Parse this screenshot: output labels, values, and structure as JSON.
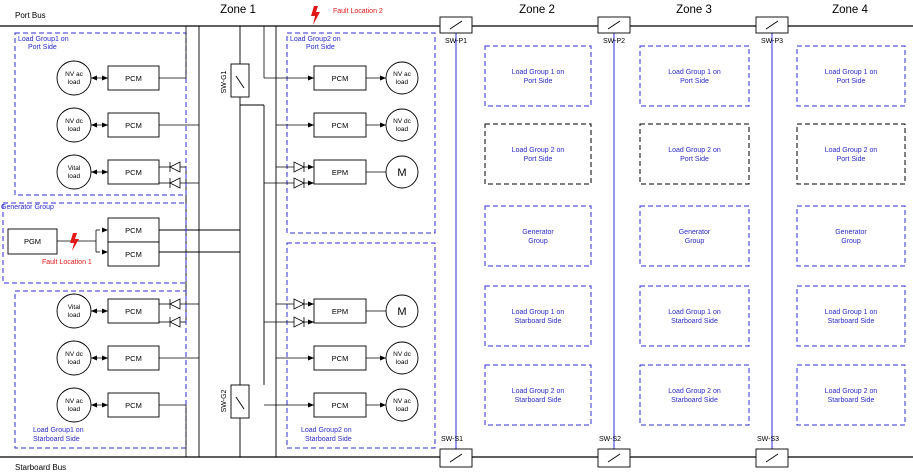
{
  "buses": {
    "port": "Port Bus",
    "starboard": "Starboard Bus"
  },
  "zones": [
    "Zone 1",
    "Zone 2",
    "Zone 3",
    "Zone 4"
  ],
  "faults": {
    "loc1": "Fault Location 1",
    "loc2": "Fault Location 2"
  },
  "switches": {
    "g1": "SW-G1",
    "g2": "SW-G2",
    "p1": "SW-P1",
    "p2": "SW-P2",
    "p3": "SW-P3",
    "s1": "SW-S1",
    "s2": "SW-S2",
    "s3": "SW-S3"
  },
  "zone1": {
    "lg1_port": [
      "Load Group1 on",
      "Port Side"
    ],
    "lg2_port": [
      "Load Group2 on",
      "Port Side"
    ],
    "generator_group": "Generator Group",
    "lg1_stbd": [
      "Load Group1 on",
      "Starboard Side"
    ],
    "lg2_stbd": [
      "Load Group2 on",
      "Starboard Side"
    ],
    "pcm": "PCM",
    "epm": "EPM",
    "pgm": "PGM",
    "motor": "M",
    "loads": {
      "nv_ac": [
        "NV ac",
        "load"
      ],
      "nv_dc": [
        "NV dc",
        "load"
      ],
      "vital": [
        "Vital",
        "load"
      ]
    }
  },
  "zone_blocks": [
    [
      "Load Group 1 on",
      "Port Side"
    ],
    [
      "Load Group 2 on",
      "Port Side"
    ],
    [
      "Generator",
      "Group"
    ],
    [
      "Load Group 1 on",
      "Starboard Side"
    ],
    [
      "Load Group 2 on",
      "Starboard Side"
    ]
  ],
  "colors": {
    "line": "#000000",
    "group_border": "#2d2dd6",
    "group_text": "#2a2ac8",
    "fault": "#e01818",
    "column_line": "#2d2dd6"
  }
}
